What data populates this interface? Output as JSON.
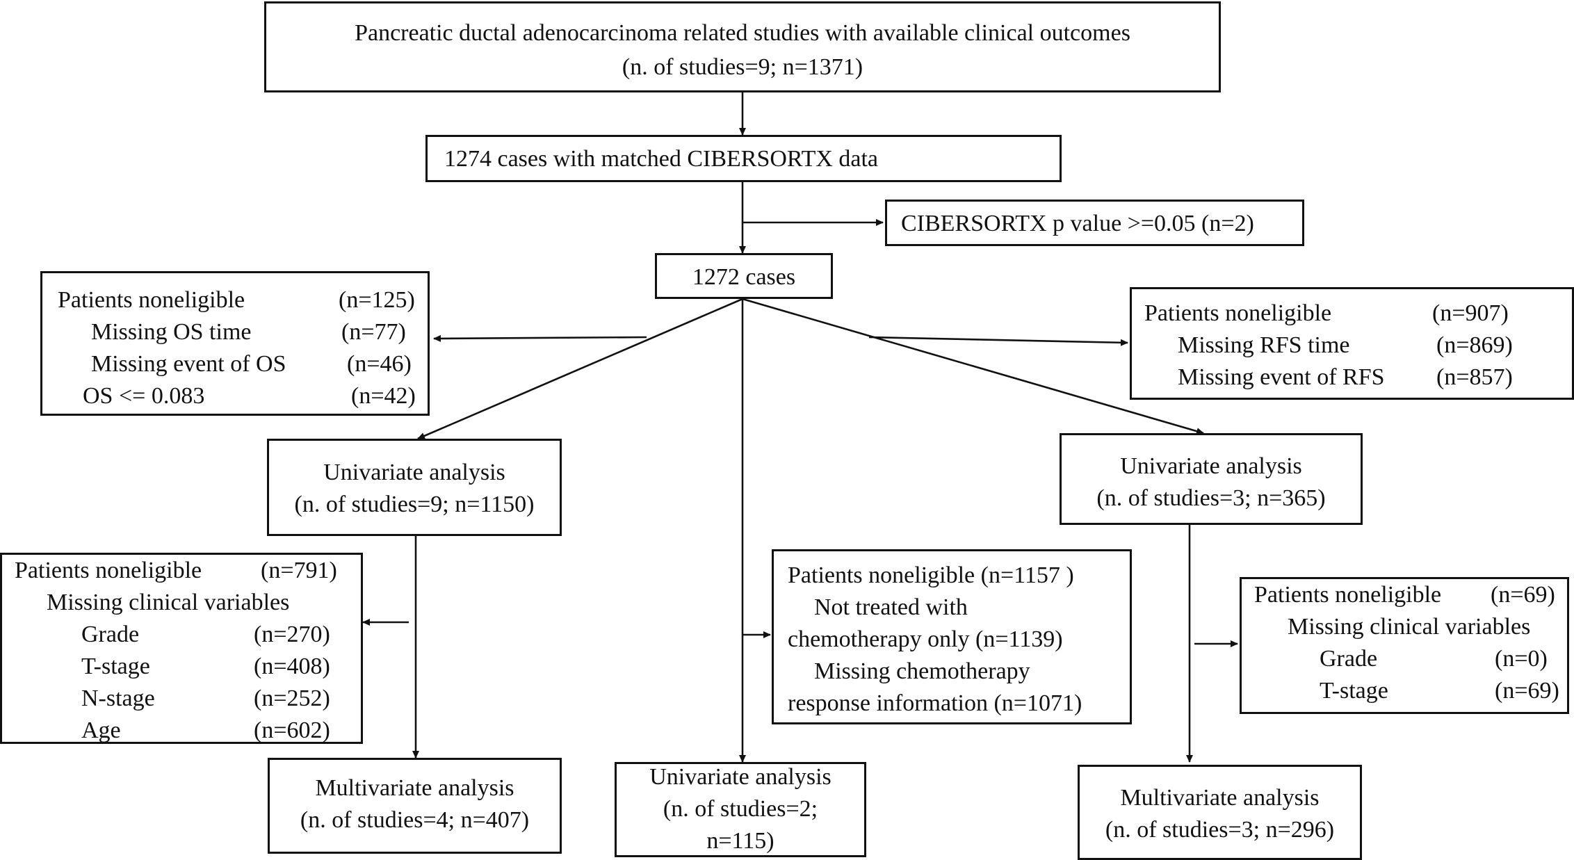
{
  "top": {
    "line1": "Pancreatic ductal adenocarcinoma related studies with available clinical outcomes",
    "line2": "(n. of studies=9; n=1371)"
  },
  "matched": "1274 cases with matched CIBERSORTX data",
  "pvalue": "CIBERSORTX p value >=0.05 (n=2)",
  "cases": "1272 cases",
  "os_excl": {
    "title": "Patients  noneligible",
    "title_n": "(n=125)",
    "r1": "Missing OS time",
    "r1_n": "(n=77)",
    "r2": "Missing event of OS",
    "r2_n": "(n=46)",
    "r3": "OS <= 0.083",
    "r3_n": "(n=42)"
  },
  "rfs_excl": {
    "title": "Patients  noneligible",
    "title_n": "(n=907)",
    "r1": "Missing RFS time",
    "r1_n": "(n=869)",
    "r2": "Missing event of RFS",
    "r2_n": "(n=857)"
  },
  "uni_os": {
    "line1": "Univariate analysis",
    "line2": "(n. of studies=9; n=1150)"
  },
  "uni_rfs": {
    "line1": "Univariate analysis",
    "line2": "(n. of studies=3; n=365)"
  },
  "os_clin_excl": {
    "title": "Patients  noneligible",
    "title_n": "(n=791)",
    "sub": "Missing clinical variables",
    "r1": "Grade",
    "r1_n": "(n=270)",
    "r2": "T-stage",
    "r2_n": "(n=408)",
    "r3": "N-stage",
    "r3_n": "(n=252)",
    "r4": "Age",
    "r4_n": "(n=602)"
  },
  "chemo_excl": {
    "l1": "Patients noneligible (n=1157 )",
    "l2": "Not treated with",
    "l3": "chemotherapy only (n=1139)",
    "l4": "Missing chemotherapy",
    "l5": "response information (n=1071)"
  },
  "rfs_clin_excl": {
    "title": "Patients  noneligible",
    "title_n": "(n=69)",
    "sub": "Missing clinical variables",
    "r1": "Grade",
    "r1_n": "(n=0)",
    "r2": "T-stage",
    "r2_n": "(n=69)"
  },
  "multi_os": {
    "line1": "Multivariate analysis",
    "line2": "(n. of studies=4; n=407)"
  },
  "uni_chemo": {
    "line1": "Univariate analysis",
    "line2": "(n. of studies=2;",
    "line3": "n=115)"
  },
  "multi_rfs": {
    "line1": "Multivariate analysis",
    "line2": "(n. of studies=3; n=296)"
  }
}
